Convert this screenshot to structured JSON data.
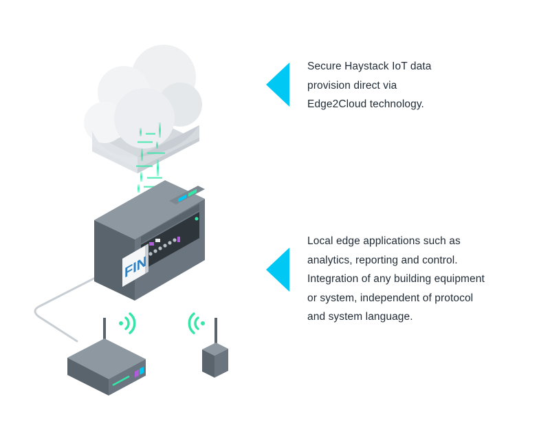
{
  "colors": {
    "accent_cyan": "#00c8f5",
    "data_green": "#35e6a8",
    "device_grey": "#66717b",
    "cloud_grey": "#e9ecef",
    "fin_blue": "#2b7fc2"
  },
  "device": {
    "logo": "FIN"
  },
  "callouts": [
    {
      "icon": "left-pointing-triangle",
      "lines": [
        "Secure Haystack IoT data",
        "provision direct via",
        "Edge2Cloud technology."
      ]
    },
    {
      "icon": "left-pointing-triangle",
      "lines": [
        "Local edge applications such as",
        "analytics, reporting and control.",
        "Integration of any building equipment",
        "or system, independent of protocol",
        "and system language."
      ]
    }
  ],
  "illustration": {
    "icons": [
      "cloud-icon",
      "data-stream-icon",
      "edge-controller-icon",
      "router-icon",
      "wireless-sensor-icon",
      "wifi-signal-icon"
    ]
  }
}
